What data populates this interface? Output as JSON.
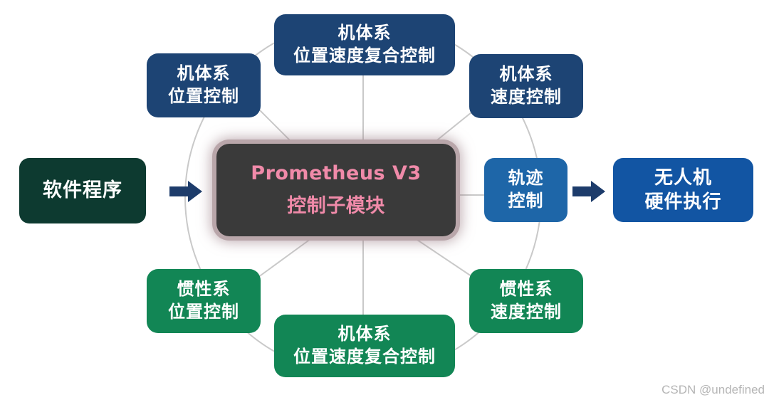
{
  "center": {
    "line1": "Prometheus V3",
    "line2": "控制子模块"
  },
  "software": {
    "label": "软件程序"
  },
  "hardware": {
    "line1": "无人机",
    "line2": "硬件执行"
  },
  "trajectory": {
    "line1": "轨迹",
    "line2": "控制"
  },
  "nodes": {
    "top": {
      "line1": "机体系",
      "line2": "位置速度复合控制"
    },
    "top_left": {
      "line1": "机体系",
      "line2": "位置控制"
    },
    "top_right": {
      "line1": "机体系",
      "line2": "速度控制"
    },
    "bottom_left": {
      "line1": "惯性系",
      "line2": "位置控制"
    },
    "bottom_right": {
      "line1": "惯性系",
      "line2": "速度控制"
    },
    "bottom": {
      "line1": "机体系",
      "line2": "位置速度复合控制"
    }
  },
  "watermark": "CSDN @undefined",
  "colors": {
    "body_frame_blue": "#1d4474",
    "inertial_frame_green": "#128655",
    "trajectory_blue": "#1e66a8",
    "software_dark_green": "#0d3a30",
    "hardware_blue": "#1255a3",
    "center_bg": "#3a3a3a",
    "center_text": "#f08aa9",
    "arrow": "#1d3c6b"
  }
}
